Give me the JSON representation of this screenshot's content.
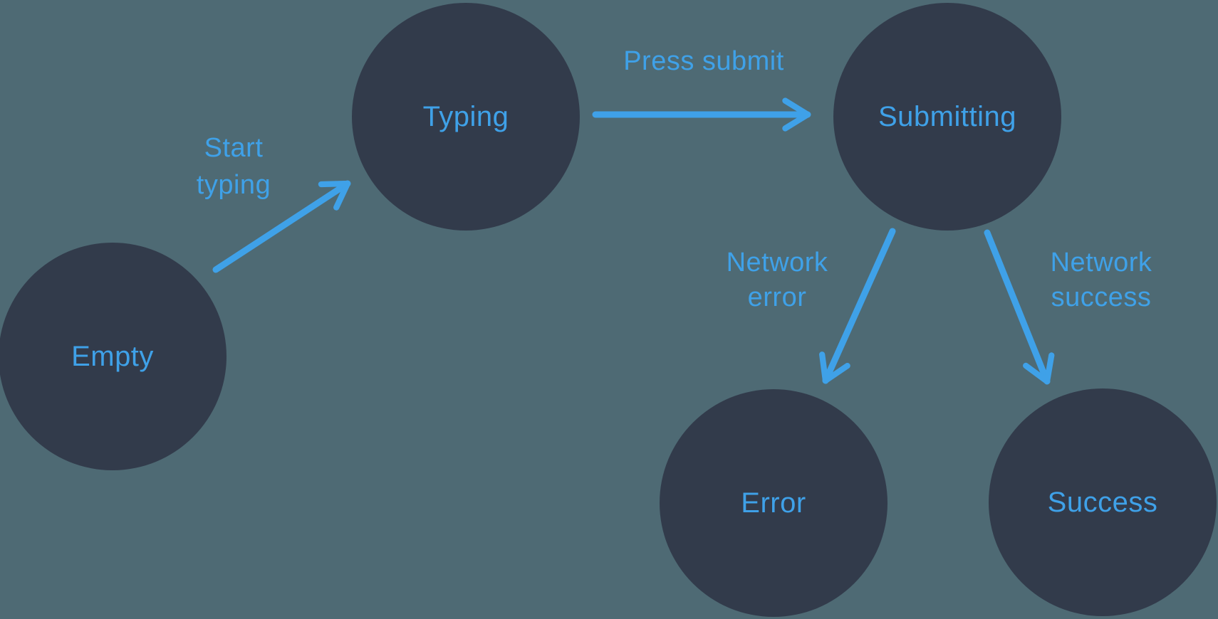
{
  "colors": {
    "background": "#4E6A74",
    "node": "#323B4B",
    "accent": "#3FA1E8"
  },
  "nodes": [
    {
      "id": "empty",
      "label": "Empty"
    },
    {
      "id": "typing",
      "label": "Typing"
    },
    {
      "id": "submitting",
      "label": "Submitting"
    },
    {
      "id": "error",
      "label": "Error"
    },
    {
      "id": "success",
      "label": "Success"
    }
  ],
  "edges": [
    {
      "id": "start-typing",
      "from": "empty",
      "to": "typing",
      "label": "Start typing",
      "lines": [
        "Start",
        "typing"
      ]
    },
    {
      "id": "press-submit",
      "from": "typing",
      "to": "submitting",
      "label": "Press submit",
      "lines": [
        "Press submit"
      ]
    },
    {
      "id": "network-error",
      "from": "submitting",
      "to": "error",
      "label": "Network error",
      "lines": [
        "Network",
        "error"
      ]
    },
    {
      "id": "network-success",
      "from": "submitting",
      "to": "success",
      "label": "Network success",
      "lines": [
        "Network",
        "success"
      ]
    }
  ]
}
